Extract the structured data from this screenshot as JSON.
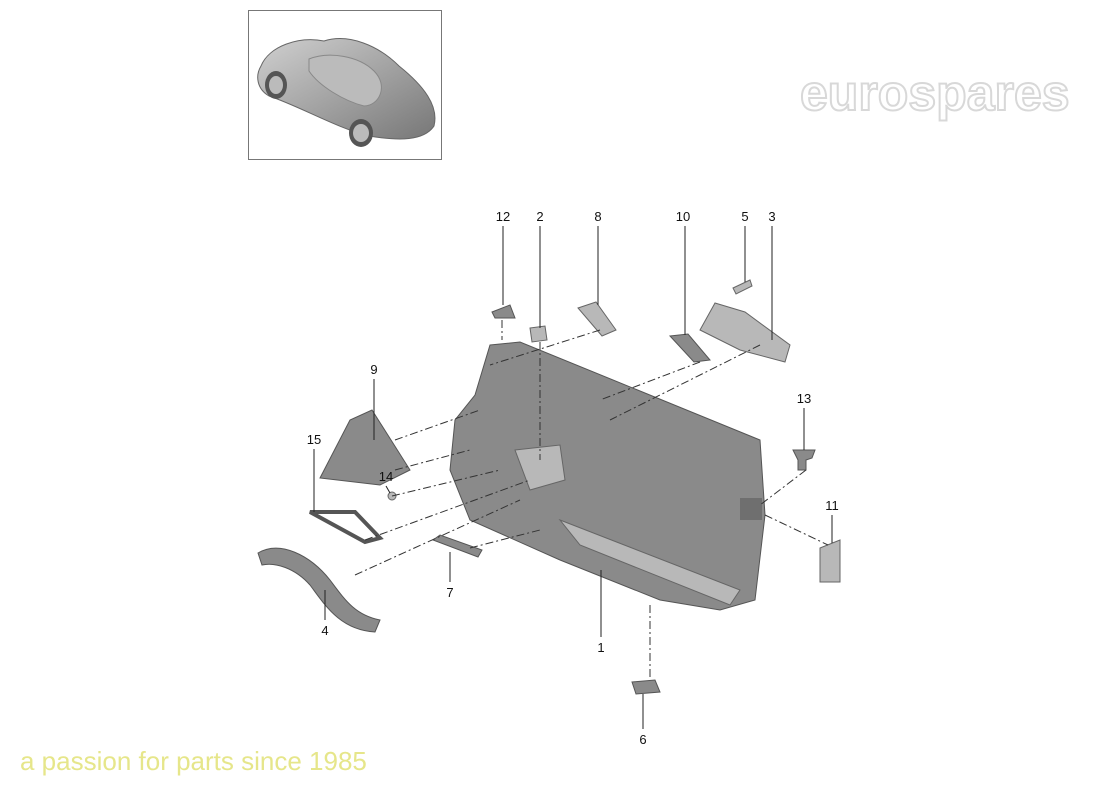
{
  "watermark": {
    "brand": "eurospares",
    "tagline": "a passion for parts since 1985",
    "tagline_color": "#f0f0a0"
  },
  "thumbnail": {
    "subject": "car-overview"
  },
  "callouts": [
    {
      "id": "12",
      "label": "12"
    },
    {
      "id": "2",
      "label": "2"
    },
    {
      "id": "8",
      "label": "8"
    },
    {
      "id": "10",
      "label": "10"
    },
    {
      "id": "5",
      "label": "5"
    },
    {
      "id": "3",
      "label": "3"
    },
    {
      "id": "9",
      "label": "9"
    },
    {
      "id": "13",
      "label": "13"
    },
    {
      "id": "15",
      "label": "15"
    },
    {
      "id": "14",
      "label": "14"
    },
    {
      "id": "11",
      "label": "11"
    },
    {
      "id": "7",
      "label": "7"
    },
    {
      "id": "4",
      "label": "4"
    },
    {
      "id": "1",
      "label": "1"
    },
    {
      "id": "6",
      "label": "6"
    }
  ]
}
